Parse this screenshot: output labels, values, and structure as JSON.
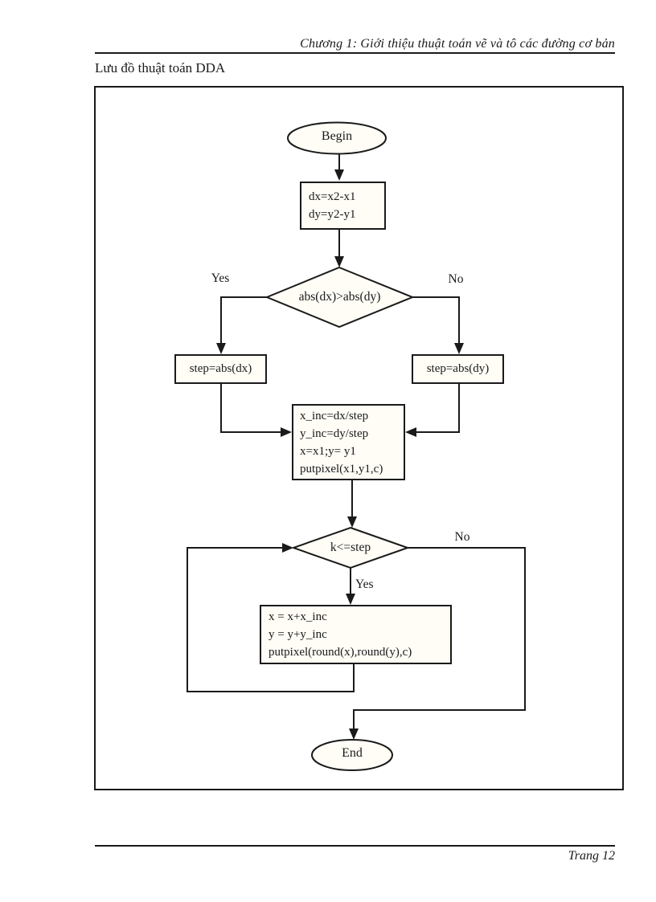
{
  "page": {
    "header_title": "Chương 1: Giới thiệu thuật toán vẽ và tô các đường cơ bản",
    "subtitle": "Lưu đồ thuật toán DDA",
    "footer_page": "Trang 12"
  },
  "flowchart": {
    "begin_label": "Begin",
    "init_lines": [
      "dx=x2-x1",
      "dy=y2-y1"
    ],
    "decision1_label": "abs(dx)>abs(dy)",
    "branch1_yes": "Yes",
    "branch1_no": "No",
    "step_dx_label": "step=abs(dx)",
    "step_dy_label": "step=abs(dy)",
    "setup_lines": [
      "x_inc=dx/step",
      "y_inc=dy/step",
      "x=x1;y= y1",
      "putpixel(x1,y1,c)"
    ],
    "decision2_label": "k<=step",
    "branch2_no": "No",
    "branch2_yes": "Yes",
    "loop_lines": [
      "x = x+x_inc",
      "y = y+y_inc",
      "putpixel(round(x),round(y),c)"
    ],
    "end_label": "End",
    "ink_color": "#1a1a1a"
  }
}
